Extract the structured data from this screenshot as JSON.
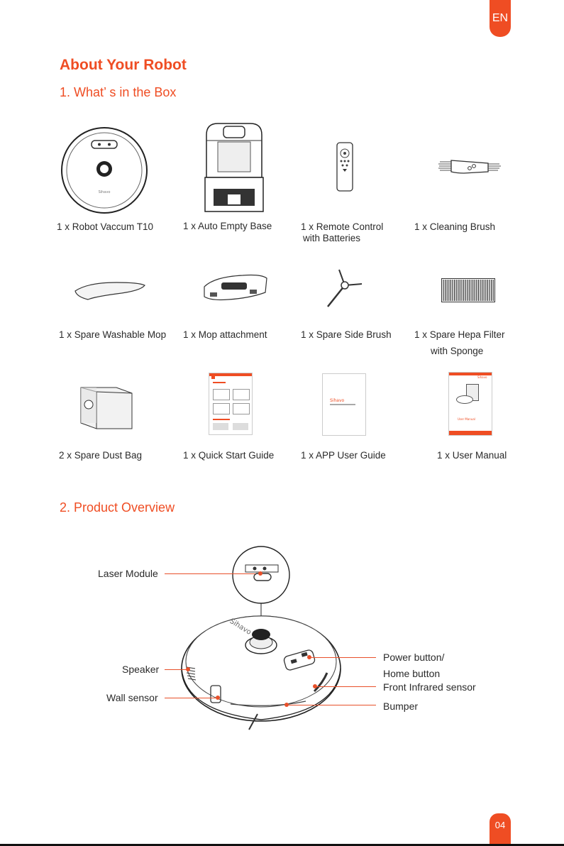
{
  "header": {
    "lang": "EN",
    "title": "About Your Robot",
    "section1": "1. What’ s in the Box",
    "section2": "2. Product Overview"
  },
  "box_items": [
    {
      "label": "1 x Robot Vaccum T10"
    },
    {
      "label": "1 x Auto Empty Base"
    },
    {
      "label": "1 x Remote Control",
      "label2": "with Batteries"
    },
    {
      "label": "1 x Cleaning Brush"
    },
    {
      "label": "1 x Spare Washable Mop"
    },
    {
      "label": "1 x Mop attachment"
    },
    {
      "label": "1 x Spare Side Brush"
    },
    {
      "label": "1 x Spare Hepa Filter",
      "label2": "with Sponge"
    },
    {
      "label": "2 x Spare Dust Bag"
    },
    {
      "label": "1 x Quick Start Guide"
    },
    {
      "label": "1 x APP User Guide"
    },
    {
      "label": "1 x User Manual"
    }
  ],
  "brand": "Sihavo",
  "manual_cover": {
    "title": "User Manual"
  },
  "overview_labels": {
    "laser": "Laser Module",
    "speaker": "Speaker",
    "wall": "Wall sensor",
    "power1": "Power button/",
    "power2": "Home button",
    "infrared": "Front Infrared sensor",
    "bumper": "Bumper"
  },
  "footer": {
    "page": "04"
  },
  "colors": {
    "accent": "#ef4d23"
  }
}
